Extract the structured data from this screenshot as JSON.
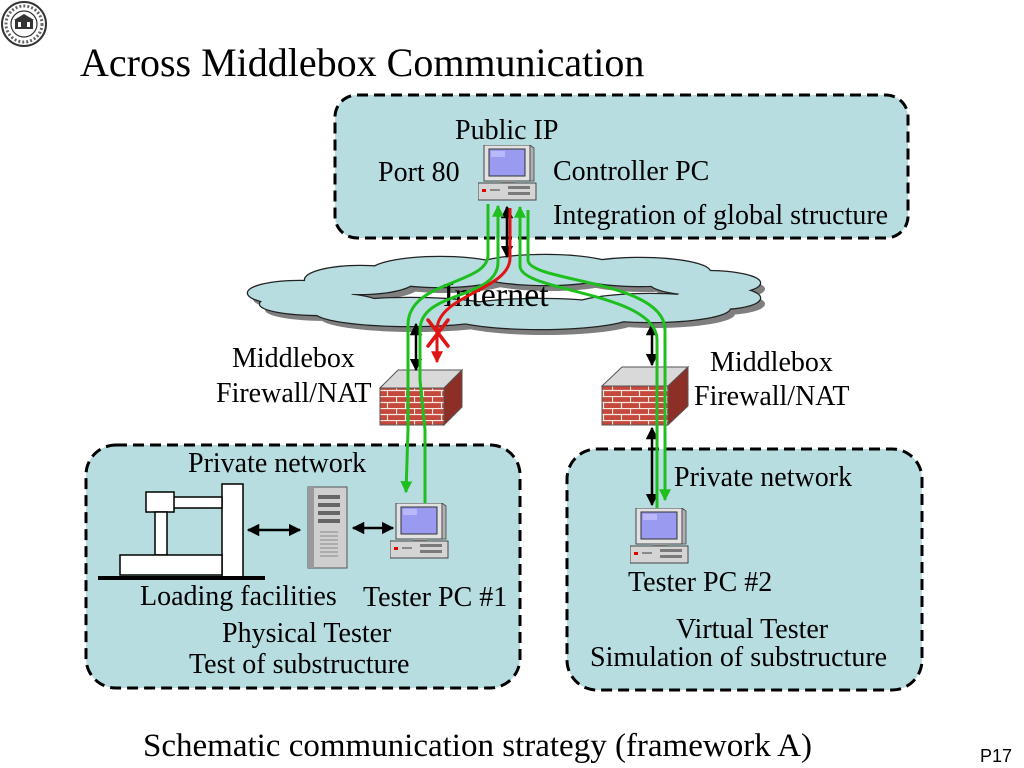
{
  "slide": {
    "title": "Across Middlebox Communication",
    "caption": "Schematic communication strategy (framework A)",
    "page_number": "P17"
  },
  "controller": {
    "public_ip": "Public IP",
    "port": "Port 80",
    "name": "Controller PC",
    "role": "Integration of global structure"
  },
  "internet": {
    "label": "Internet"
  },
  "middlebox_left": {
    "line1": "Middlebox",
    "line2": "Firewall/NAT"
  },
  "middlebox_right": {
    "line1": "Middlebox",
    "line2": "Firewall/NAT"
  },
  "site_left": {
    "network": "Private network",
    "loading": "Loading facilities",
    "tester": "Tester PC #1",
    "type": "Physical Tester",
    "role": "Test of substructure"
  },
  "site_right": {
    "network": "Private network",
    "tester": "Tester PC #2",
    "type": "Virtual Tester",
    "role": "Simulation of substructure"
  },
  "colors": {
    "panel_fill": "#b7dde0",
    "link_green": "#1fbf1f",
    "blocked_red": "#e01414",
    "brick": "#c4483c"
  },
  "icons": {
    "logo": "university-seal-icon",
    "controller": "desktop-pc-icon",
    "tester1": "desktop-pc-icon",
    "tester2": "desktop-pc-icon",
    "server": "server-tower-icon",
    "firewall": "brick-wall-icon",
    "internet": "cloud-icon",
    "loading": "loading-frame-icon"
  }
}
